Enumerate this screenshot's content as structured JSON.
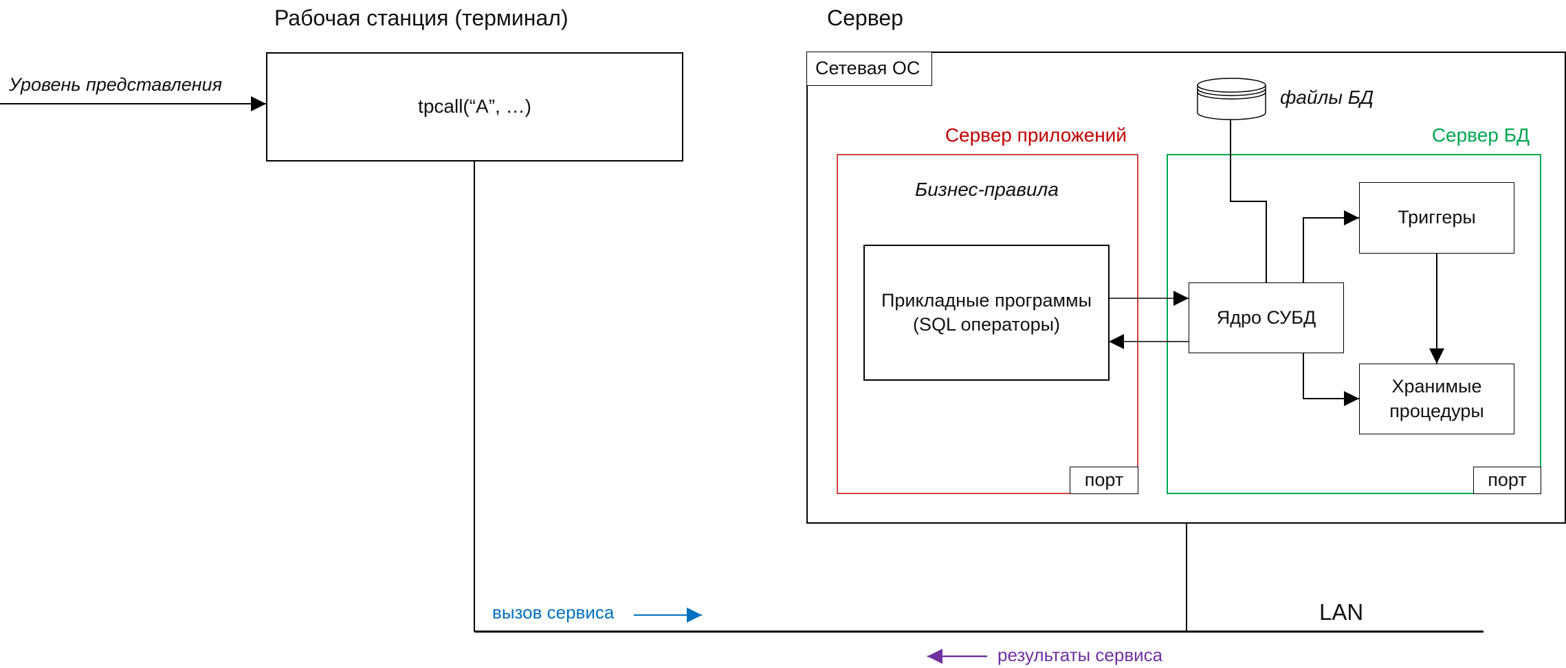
{
  "colors": {
    "line": "#000000",
    "app_server": "#c00000",
    "db_server": "#00a650",
    "call": "#0070c0",
    "result": "#7030a0"
  },
  "workstation": {
    "title": "Рабочая станция (терминал)",
    "presentation_label": "Уровень представления",
    "call_text": "tpcall(“A”, …)"
  },
  "server": {
    "title": "Сервер",
    "network_os": "Сетевая ОС",
    "db_files": "файлы БД",
    "app_server": {
      "title": "Сервер приложений",
      "business_rules": "Бизнес-правила",
      "app_programs_line1": "Прикладные программы",
      "app_programs_line2": "(SQL операторы)",
      "port": "порт"
    },
    "db_server": {
      "title": "Сервер БД",
      "core": "Ядро СУБД",
      "triggers": "Триггеры",
      "stored_line1": "Хранимые",
      "stored_line2": "процедуры",
      "port": "порт"
    }
  },
  "network": {
    "lan": "LAN",
    "service_call": "вызов сервиса",
    "service_results": "результаты сервиса"
  }
}
